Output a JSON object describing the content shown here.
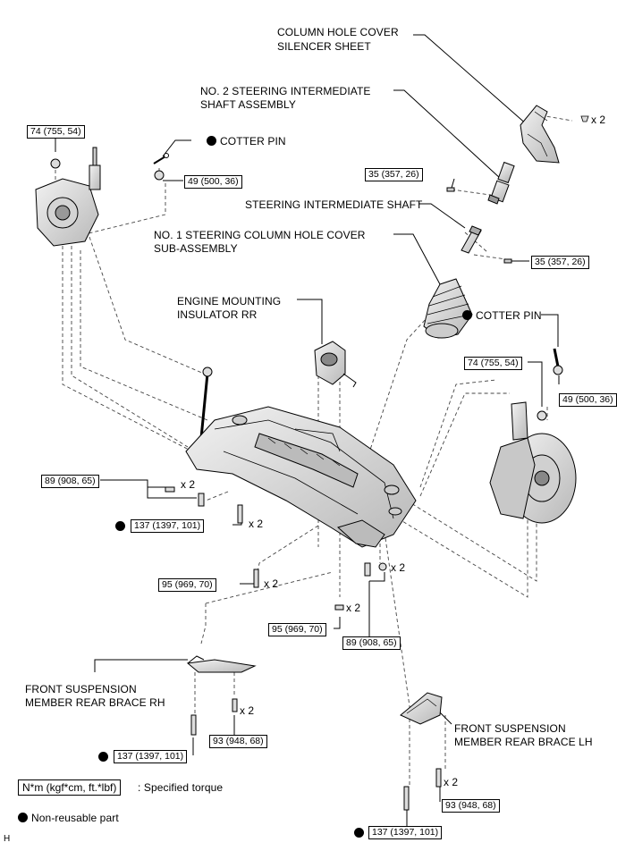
{
  "labels": {
    "column_hole_cover_silencer": [
      "COLUMN HOLE COVER",
      "SILENCER SHEET"
    ],
    "no2_intermediate_shaft": [
      "NO. 2 STEERING INTERMEDIATE",
      "SHAFT ASSEMBLY"
    ],
    "cotter_pin_left": "COTTER PIN",
    "steering_intermediate_shaft": "STEERING INTERMEDIATE SHAFT",
    "no1_column_hole_cover": [
      "NO. 1 STEERING COLUMN HOLE COVER",
      "SUB-ASSEMBLY"
    ],
    "engine_mounting_insulator": [
      "ENGINE MOUNTING",
      "INSULATOR RR"
    ],
    "cotter_pin_right": "COTTER PIN",
    "brace_rh": [
      "FRONT SUSPENSION",
      "MEMBER REAR BRACE RH"
    ],
    "brace_lh": [
      "FRONT SUSPENSION",
      "MEMBER REAR BRACE LH"
    ]
  },
  "torques": {
    "t_74_left": "74 (755, 54)",
    "t_49_left": "49 (500, 36)",
    "t_35_upper": "35 (357, 26)",
    "t_35_lower": "35 (357, 26)",
    "t_74_right": "74 (755, 54)",
    "t_49_right": "49 (500, 36)",
    "t_89_left": "89 (908, 65)",
    "t_137_mid": "137 (1397, 101)",
    "t_95_upper": "95 (969, 70)",
    "t_95_lower": "95 (969, 70)",
    "t_89_right": "89 (908, 65)",
    "t_93_rh": "93 (948, 68)",
    "t_137_rh": "137 (1397, 101)",
    "t_93_lh": "93 (948, 68)",
    "t_137_lh": "137 (1397, 101)"
  },
  "multipliers": {
    "silencer_clip": "x 2",
    "bolt_89_left": "x 2",
    "bolt_137_mid": "x 2",
    "bolt_95_upper": "x 2",
    "bolt_95_lower": "x 2",
    "bolt_89_right": "x 2",
    "bolt_93_rh": "x 2",
    "bolt_93_lh": "x 2"
  },
  "legend": {
    "unit_box": "N*m (kgf*cm, ft.*lbf)",
    "unit_text": ": Specified torque",
    "non_reusable": "Non-reusable part"
  },
  "figure_code": "H",
  "colors": {
    "line": "#000000",
    "dashed": "#555555",
    "part_fill": "#e6e6e6",
    "part_shade": "#b4b4b4"
  }
}
